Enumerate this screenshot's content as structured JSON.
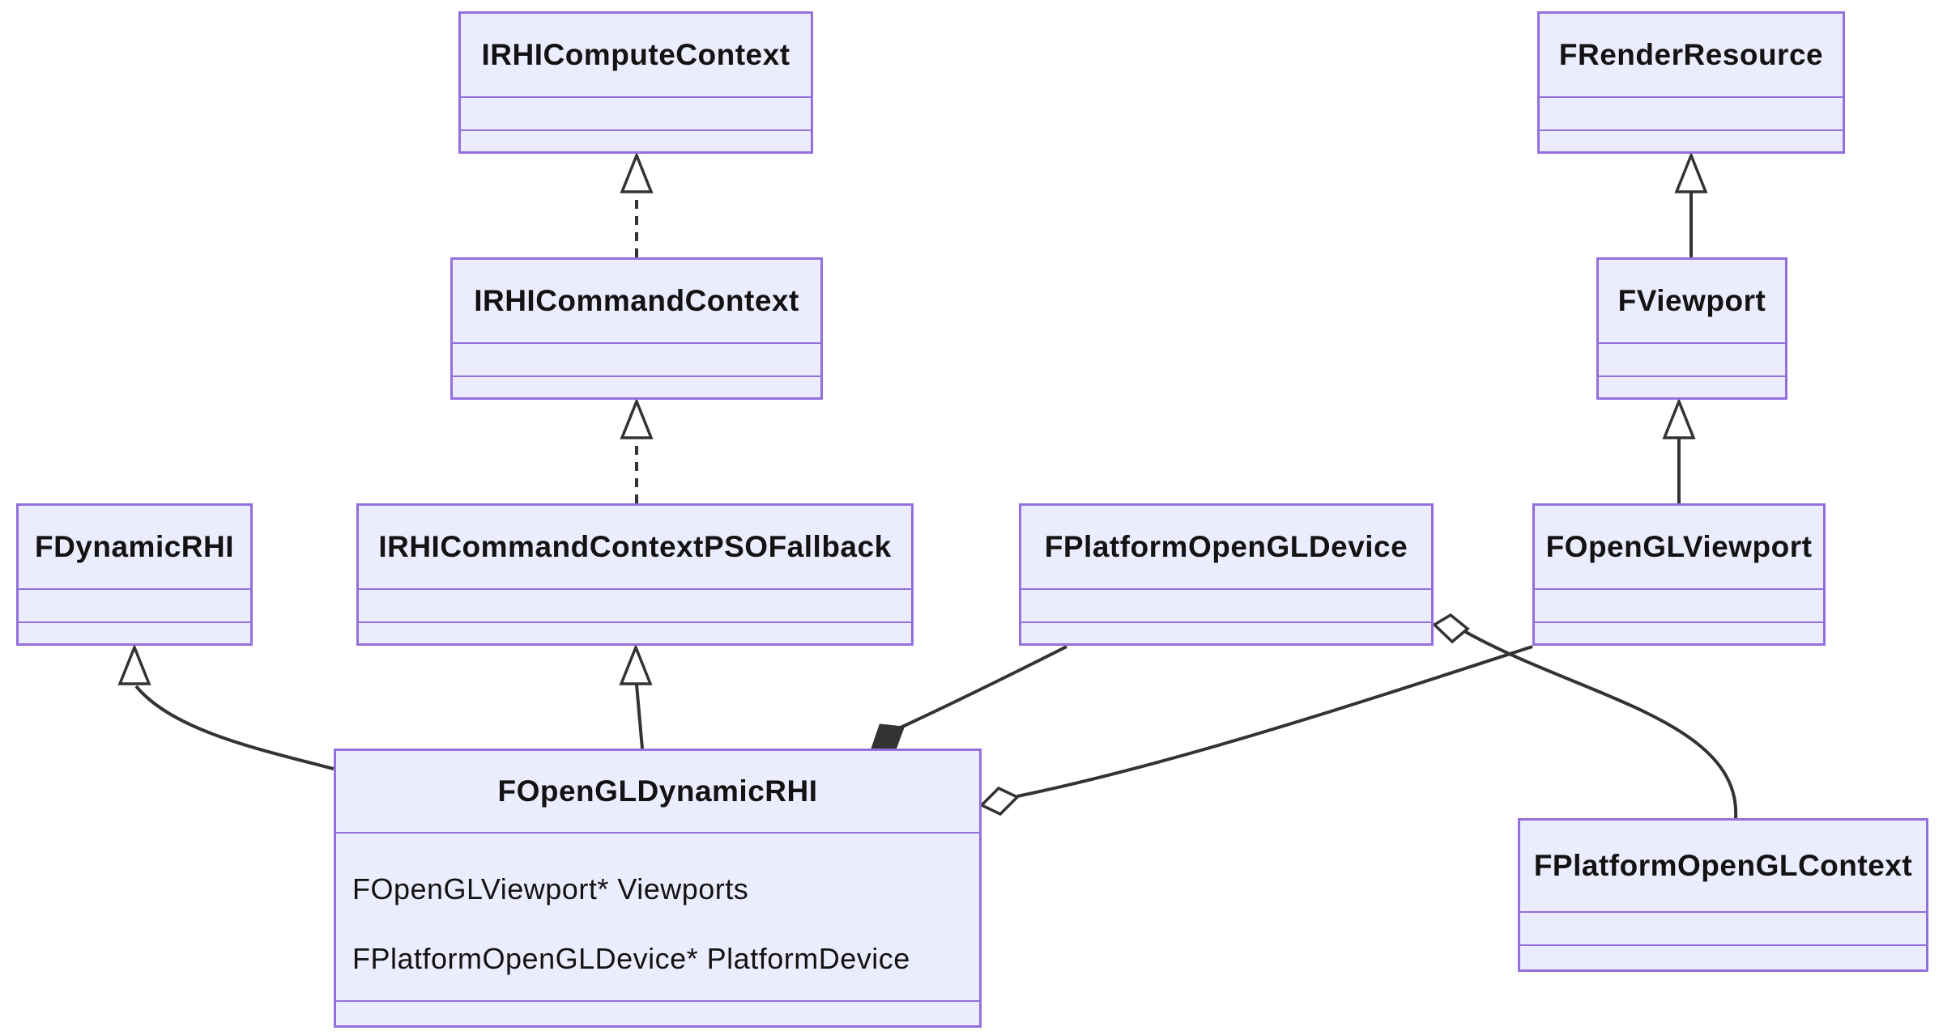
{
  "diagram": {
    "kind": "uml-class-diagram",
    "classes": [
      {
        "name": "IRHIComputeContext",
        "members": [],
        "methods": []
      },
      {
        "name": "IRHICommandContext",
        "members": [],
        "methods": []
      },
      {
        "name": "FRenderResource",
        "members": [],
        "methods": []
      },
      {
        "name": "FViewport",
        "members": [],
        "methods": []
      },
      {
        "name": "FDynamicRHI",
        "members": [],
        "methods": []
      },
      {
        "name": "IRHICommandContextPSOFallback",
        "members": [],
        "methods": []
      },
      {
        "name": "FPlatformOpenGLDevice",
        "members": [],
        "methods": []
      },
      {
        "name": "FOpenGLViewport",
        "members": [],
        "methods": []
      },
      {
        "name": "FOpenGLDynamicRHI",
        "members": [
          "FOpenGLViewport* Viewports",
          "FPlatformOpenGLDevice* PlatformDevice"
        ],
        "methods": []
      },
      {
        "name": "FPlatformOpenGLContext",
        "members": [],
        "methods": []
      }
    ],
    "relationships": [
      {
        "from": "IRHICommandContext",
        "to": "IRHIComputeContext",
        "type": "inheritance",
        "line": "dashed"
      },
      {
        "from": "IRHICommandContextPSOFallback",
        "to": "IRHICommandContext",
        "type": "inheritance",
        "line": "dashed"
      },
      {
        "from": "FViewport",
        "to": "FRenderResource",
        "type": "inheritance",
        "line": "solid"
      },
      {
        "from": "FOpenGLViewport",
        "to": "FViewport",
        "type": "inheritance",
        "line": "solid"
      },
      {
        "from": "FOpenGLDynamicRHI",
        "to": "FDynamicRHI",
        "type": "inheritance",
        "line": "solid"
      },
      {
        "from": "FOpenGLDynamicRHI",
        "to": "IRHICommandContextPSOFallback",
        "type": "inheritance",
        "line": "solid"
      },
      {
        "from": "FOpenGLDynamicRHI",
        "to": "FPlatformOpenGLDevice",
        "type": "composition",
        "line": "solid"
      },
      {
        "from": "FOpenGLDynamicRHI",
        "to": "FOpenGLViewport",
        "type": "aggregation",
        "line": "solid"
      },
      {
        "from": "FPlatformOpenGLDevice",
        "to": "FPlatformOpenGLContext",
        "type": "aggregation",
        "line": "solid"
      }
    ],
    "colors": {
      "class_fill": "#ECECFF",
      "class_border": "#9370DB",
      "edge_stroke": "#333333",
      "text": "#131313",
      "background": "#FFFFFF"
    }
  }
}
